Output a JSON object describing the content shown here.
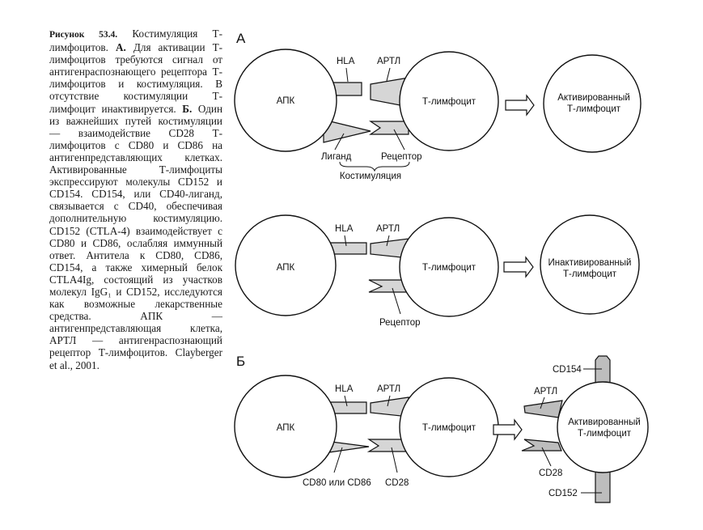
{
  "caption": {
    "figure_label": "Рисунок 53.4.",
    "title": "Костимуляция Т-лимфоцитов.",
    "part_a_label": "А.",
    "part_a_text": "Для активации Т-лимфоцитов требуются сигнал от антигенраспознающего рецептора Т-лимфоцитов и костимуляция. В отсутствие костимуляции Т-лимфоцит инактивируется.",
    "part_b_label": "Б.",
    "part_b_text": "Один из важнейших путей костимуляции — взаимодействие CD28 Т-лимфоцитов с CD80 и CD86 на антигенпредставляющих клетках. Активированные Т-лимфоциты экспрессируют молекулы CD152 и CD154. CD154, или CD40-лиганд, связывается с CD40, обеспечивая дополнительную костимуляцию. CD152 (CTLA-4) взаимодействует с CD80 и CD86, ослабляя иммунный ответ. Антитела к CD80, CD86, CD154, а также химерный белок CTLA4Ig, состоящий из участков молекул IgG₁ и CD152, исследуются как возможные лекарственные средства. АПК — антигенпредставляющая клетка, АРТЛ — антигенраспознающий рецептор Т-лимфоцитов. Clayberger et al., 2001."
  },
  "panel_a": {
    "label": "А",
    "row1": {
      "apc": "АПК",
      "tcell": "Т-лимфоцит",
      "hla": "HLA",
      "artl": "АРТЛ",
      "ligand": "Лиганд",
      "receptor": "Рецептор",
      "costimulation": "Костимуляция",
      "result_line1": "Активированный",
      "result_line2": "Т-лимфоцит"
    },
    "row2": {
      "apc": "АПК",
      "tcell": "Т-лимфоцит",
      "hla": "HLA",
      "artl": "АРТЛ",
      "receptor": "Рецептор",
      "result_line1": "Инактивированный",
      "result_line2": "Т-лимфоцит"
    }
  },
  "panel_b": {
    "label": "Б",
    "apc": "АПК",
    "tcell": "Т-лимфоцит",
    "hla": "HLA",
    "artl": "АРТЛ",
    "cd80_86": "CD80 или CD86",
    "cd28": "CD28",
    "result_line1": "Активированный",
    "result_line2": "Т-лимфоцит",
    "result_artl": "АРТЛ",
    "result_cd28": "CD28",
    "cd154": "CD154",
    "cd152": "CD152"
  }
}
